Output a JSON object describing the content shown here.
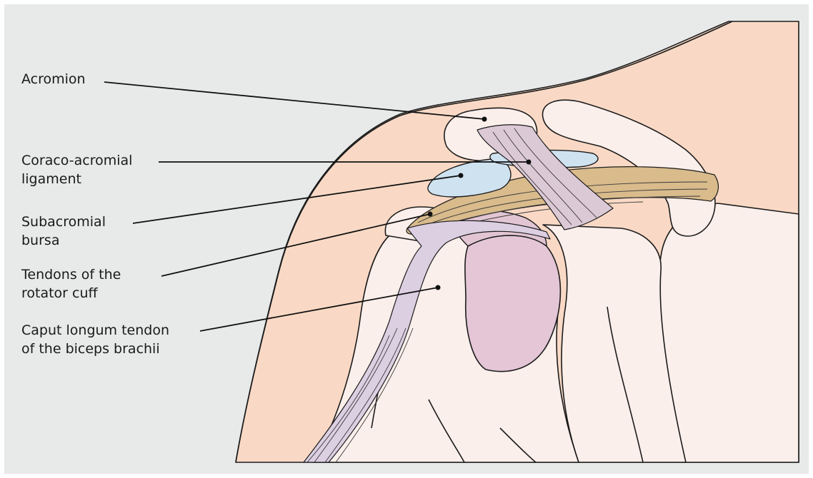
{
  "colors": {
    "frame": "#e8e9e9",
    "skin": "#f9d9c5",
    "bone": "#fbefeb",
    "bone_outline": "#1c1c1c",
    "cartilage": "#e2c5d3",
    "humeral_head": "#e4c6d6",
    "bursa": "#cfe2f0",
    "tendon_rotator": "#d9bb8c",
    "tendon_biceps": "#dccfe2",
    "ligament": "#dcc9d6",
    "leader": "#111111",
    "text": "#1a1a1a"
  },
  "labels": {
    "acromion": {
      "lines": [
        "Acromion"
      ]
    },
    "ligament": {
      "lines": [
        "Coraco-acromial",
        "ligament"
      ]
    },
    "bursa": {
      "lines": [
        "Subacromial",
        "bursa"
      ]
    },
    "rotator": {
      "lines": [
        "Tendons of the",
        "rotator cuff"
      ]
    },
    "biceps": {
      "lines": [
        "Caput longum tendon",
        "of the biceps brachii"
      ]
    }
  },
  "icons": [
    "anatomy-shoulder-illustration"
  ]
}
